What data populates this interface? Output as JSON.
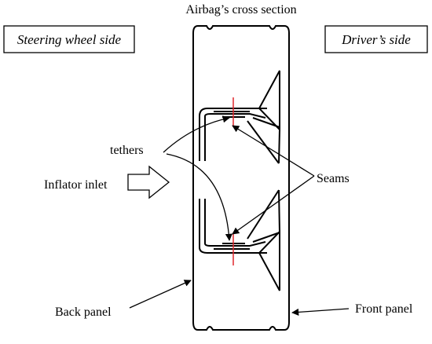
{
  "title": "Airbag’s cross section",
  "side_labels": {
    "left": "Steering wheel side",
    "right": "Driver’s side"
  },
  "labels": {
    "tethers": "tethers",
    "inflator_inlet": "Inflator inlet",
    "seams": "Seams",
    "back_panel": "Back panel",
    "front_panel": "Front panel"
  },
  "colors": {
    "line": "#000000",
    "seam_mark": "#e0282d"
  }
}
